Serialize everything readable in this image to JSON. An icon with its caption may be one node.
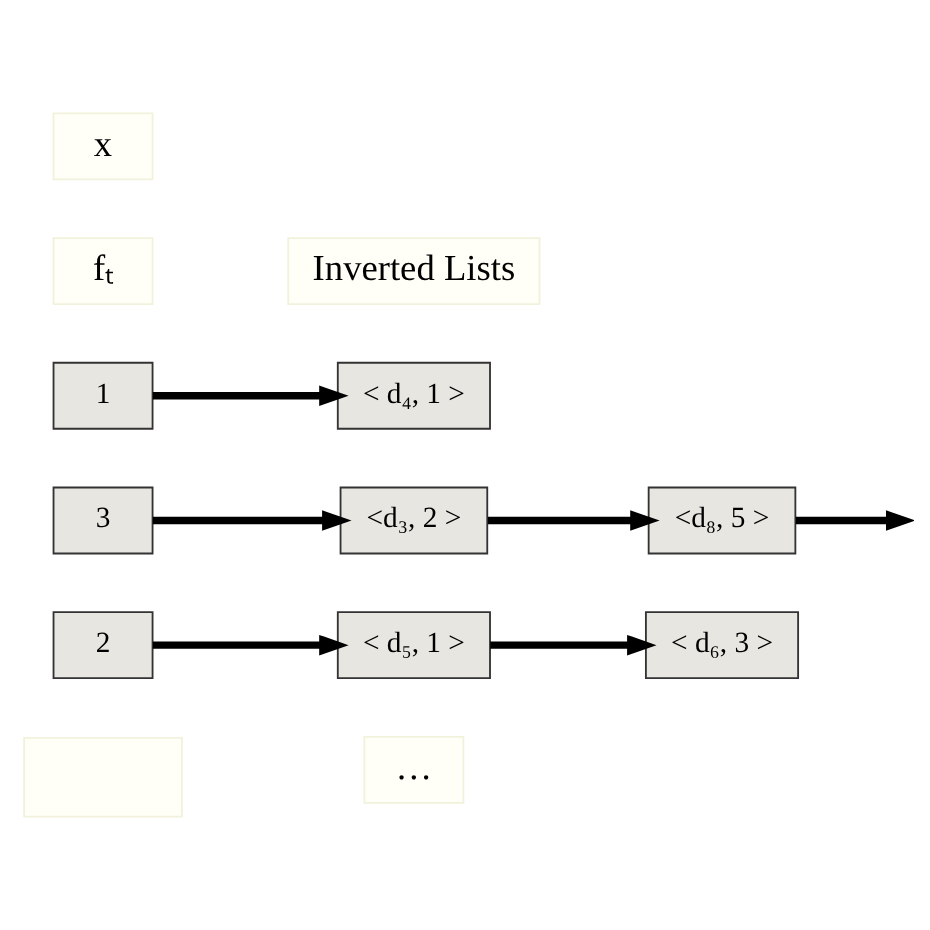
{
  "diagram": {
    "nodes": [
      {
        "text": [
          "x"
        ]
      },
      {
        "text": [
          "Inverted Lists"
        ]
      },
      {
        "text": [
          "fₜ"
        ]
      },
      {
        "text": [
          "1"
        ]
      },
      {
        "text": [
          "< d₄, 1 >"
        ]
      },
      {
        "text": [
          "3"
        ]
      },
      {
        "text": [
          "<d₃, 2 >"
        ]
      },
      {
        "text": [
          "<d₈, 5 >"
        ]
      },
      {
        "text": [
          "2"
        ]
      },
      {
        "text": [
          "< d₅, 1 >"
        ]
      },
      {
        "text": [
          "< d₆, 3 >"
        ]
      },
      {
        "text": [],
        "shape": "box"
      },
      {
        "text": [
          "…"
        ]
      }
    ],
    "edges": [
      {
        "from": 3,
        "to": 4,
        "arrow": "to"
      },
      {
        "from": 5,
        "to": 6,
        "arrow": "to"
      },
      {
        "from": 6,
        "to": 7,
        "arrow": "to"
      },
      {
        "from": 7,
        "to": null,
        "arrow": "to"
      },
      {
        "from": 8,
        "to": 9,
        "arrow": "to"
      },
      {
        "from": 9,
        "to": 10,
        "arrow": "to"
      }
    ]
  }
}
